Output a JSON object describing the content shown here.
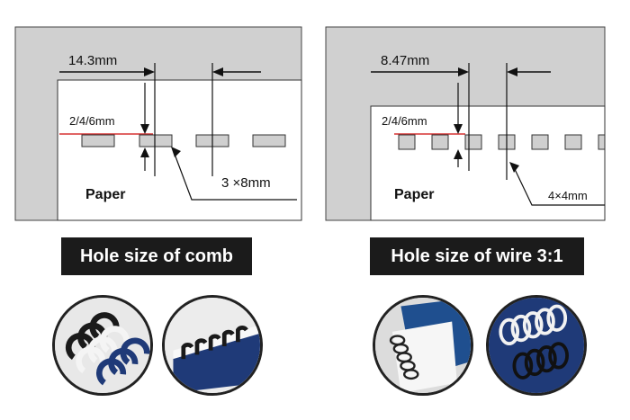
{
  "left_diagram": {
    "pitch_label": "14.3mm",
    "hole_label": "2/4/6mm",
    "size_label": "3 ×8mm",
    "paper_label": "Paper",
    "caption": "Hole size of comb"
  },
  "right_diagram": {
    "pitch_label": "8.47mm",
    "hole_label": "2/4/6mm",
    "size_label": "4×4mm",
    "paper_label": "Paper",
    "caption": "Hole size of wire 3:1"
  },
  "colors": {
    "frame_gray": "#d0d0d0",
    "paper_white": "#ffffff",
    "hole_gray": "#cfcfcf",
    "red_line": "#d63232",
    "banner_bg": "#1b1b1b",
    "navy": "#1f3a78",
    "black": "#1a1a1a"
  },
  "photos": [
    {
      "name": "comb-binding-rings-photo"
    },
    {
      "name": "comb-bound-book-photo"
    },
    {
      "name": "wire-bound-notebook-photo"
    },
    {
      "name": "wire-binding-coils-photo"
    }
  ]
}
